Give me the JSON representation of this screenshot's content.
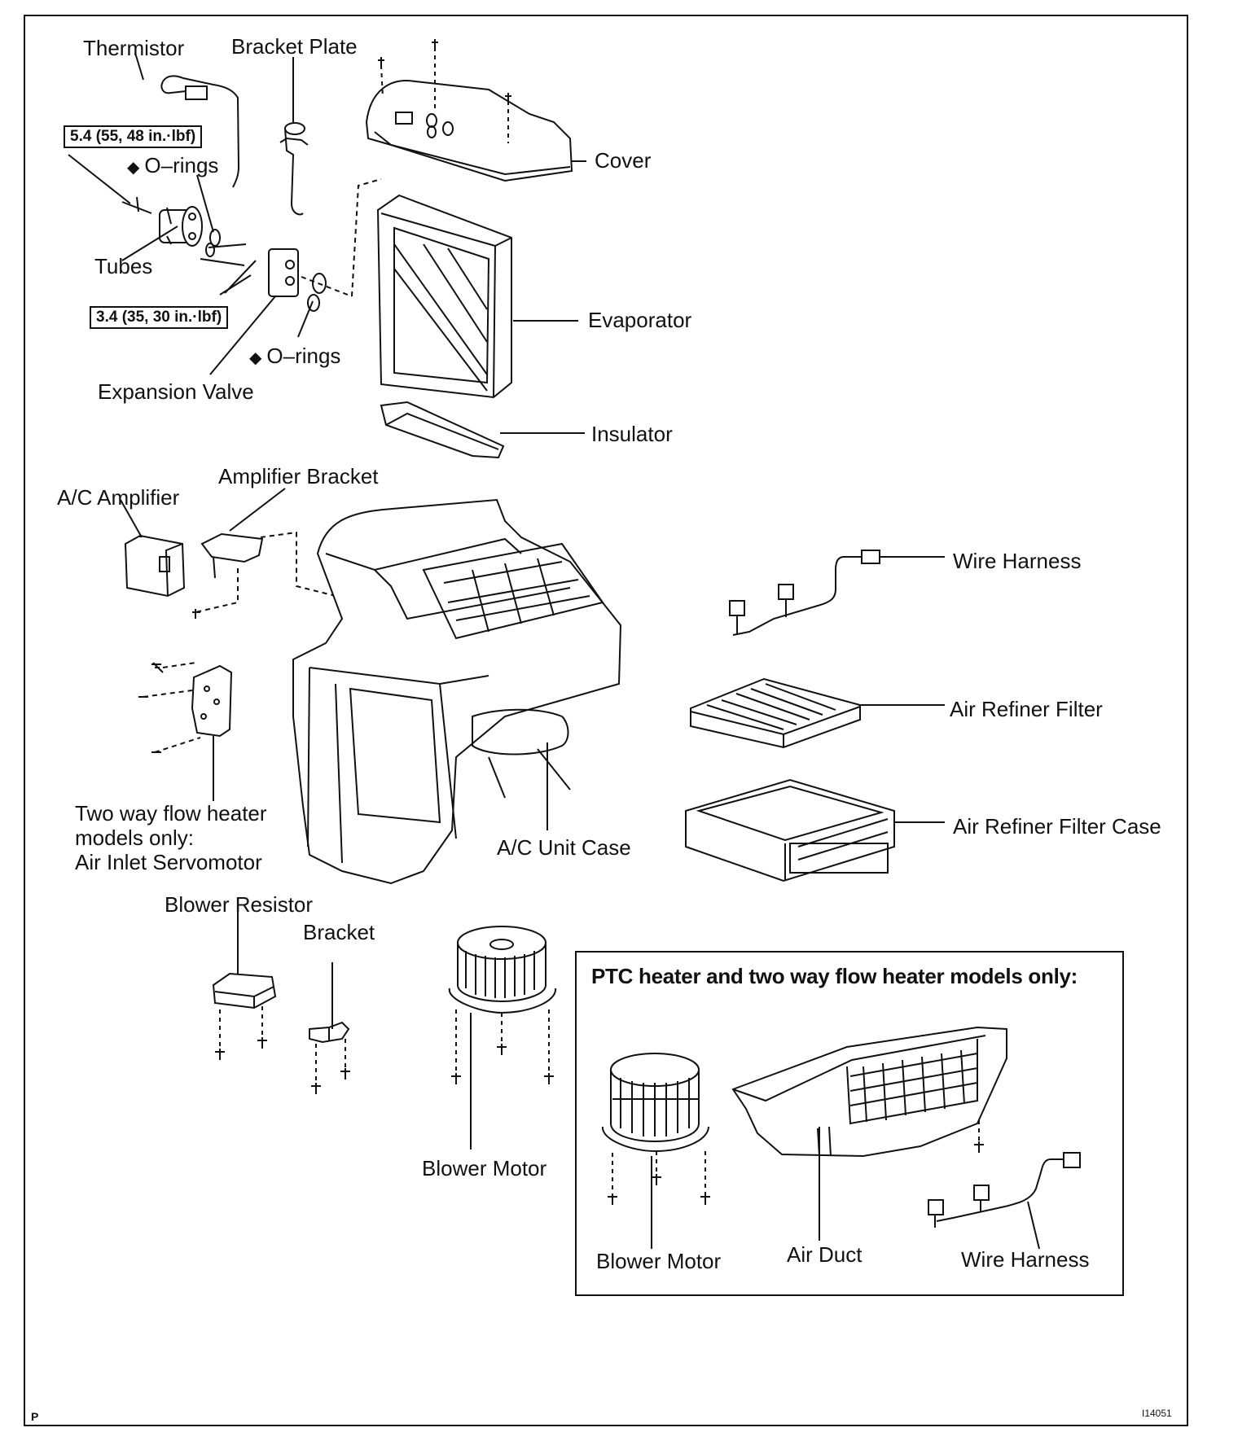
{
  "labels": {
    "thermistor": "Thermistor",
    "bracket_plate": "Bracket Plate",
    "cover": "Cover",
    "orings_upper": "O–rings",
    "tubes": "Tubes",
    "evaporator": "Evaporator",
    "orings_lower": "O–rings",
    "expansion_valve": "Expansion Valve",
    "insulator": "Insulator",
    "amplifier_bracket": "Amplifier Bracket",
    "ac_amplifier": "A/C Amplifier",
    "wire_harness": "Wire Harness",
    "air_refiner_filter": "Air Refiner Filter",
    "air_refiner_filter_case": "Air Refiner Filter Case",
    "servomotor_line1": "Two way flow heater",
    "servomotor_line2": "models only:",
    "servomotor_line3": "Air Inlet Servomotor",
    "ac_unit_case": "A/C Unit Case",
    "blower_resistor": "Blower Resistor",
    "bracket": "Bracket",
    "blower_motor": "Blower Motor"
  },
  "torque": {
    "upper": "5.4 (55, 48 in.·lbf)",
    "lower": "3.4 (35, 30 in.·lbf)"
  },
  "note_box": {
    "title": "PTC heater and two way flow heater models only:",
    "blower_motor": "Blower Motor",
    "air_duct": "Air Duct",
    "wire_harness": "Wire Harness"
  },
  "footer": {
    "left_mark": "P",
    "figure_id": "I14051"
  },
  "symbols": {
    "non_reusable": "◆"
  }
}
